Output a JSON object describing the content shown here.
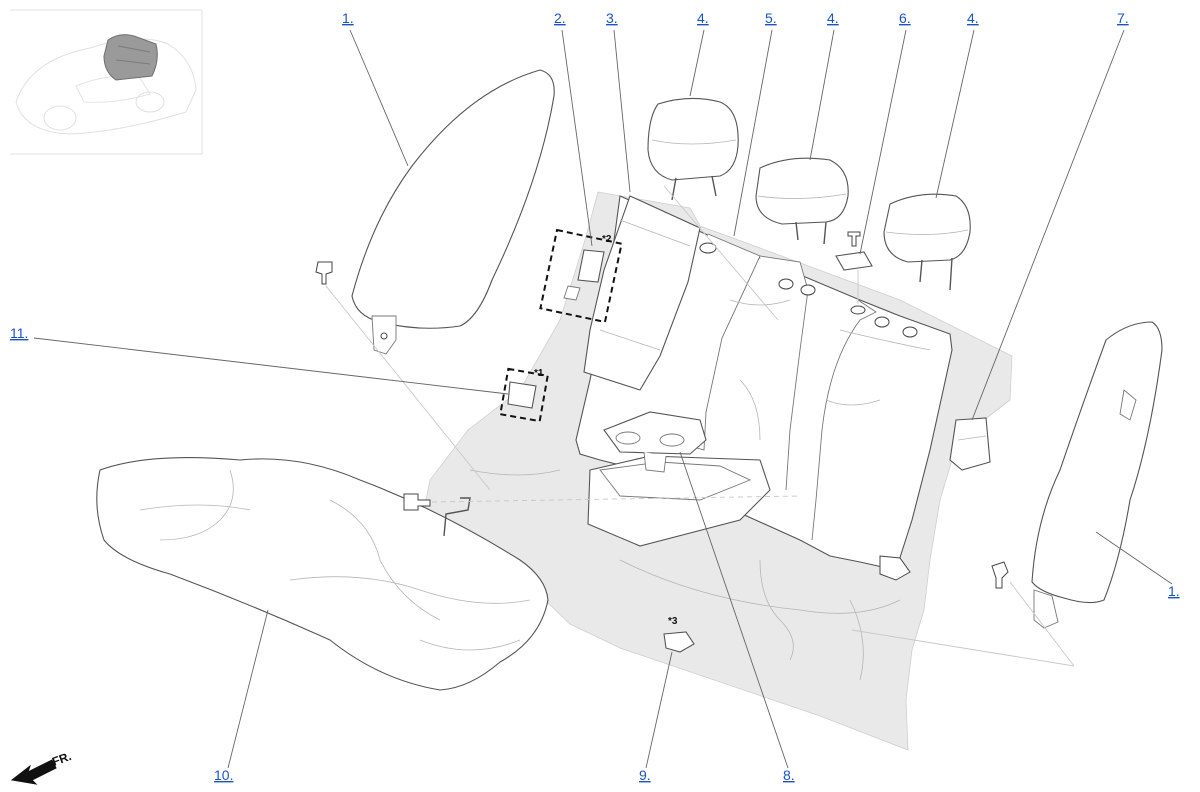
{
  "callouts": {
    "c1_top": "1.",
    "c2": "2.",
    "c3": "3.",
    "c4_a": "4.",
    "c5": "5.",
    "c4_b": "4.",
    "c6": "6.",
    "c4_c": "4.",
    "c7": "7.",
    "c11": "11.",
    "c1_right": "1.",
    "c10": "10.",
    "c9": "9.",
    "c8": "8."
  },
  "notes": {
    "n1": "*1",
    "n2": "*2",
    "n3": "*3"
  },
  "direction": {
    "label": "FR."
  },
  "colors": {
    "callout": "#1a55c8",
    "body_shade": "#e9e9e9",
    "outline": "#555555"
  }
}
